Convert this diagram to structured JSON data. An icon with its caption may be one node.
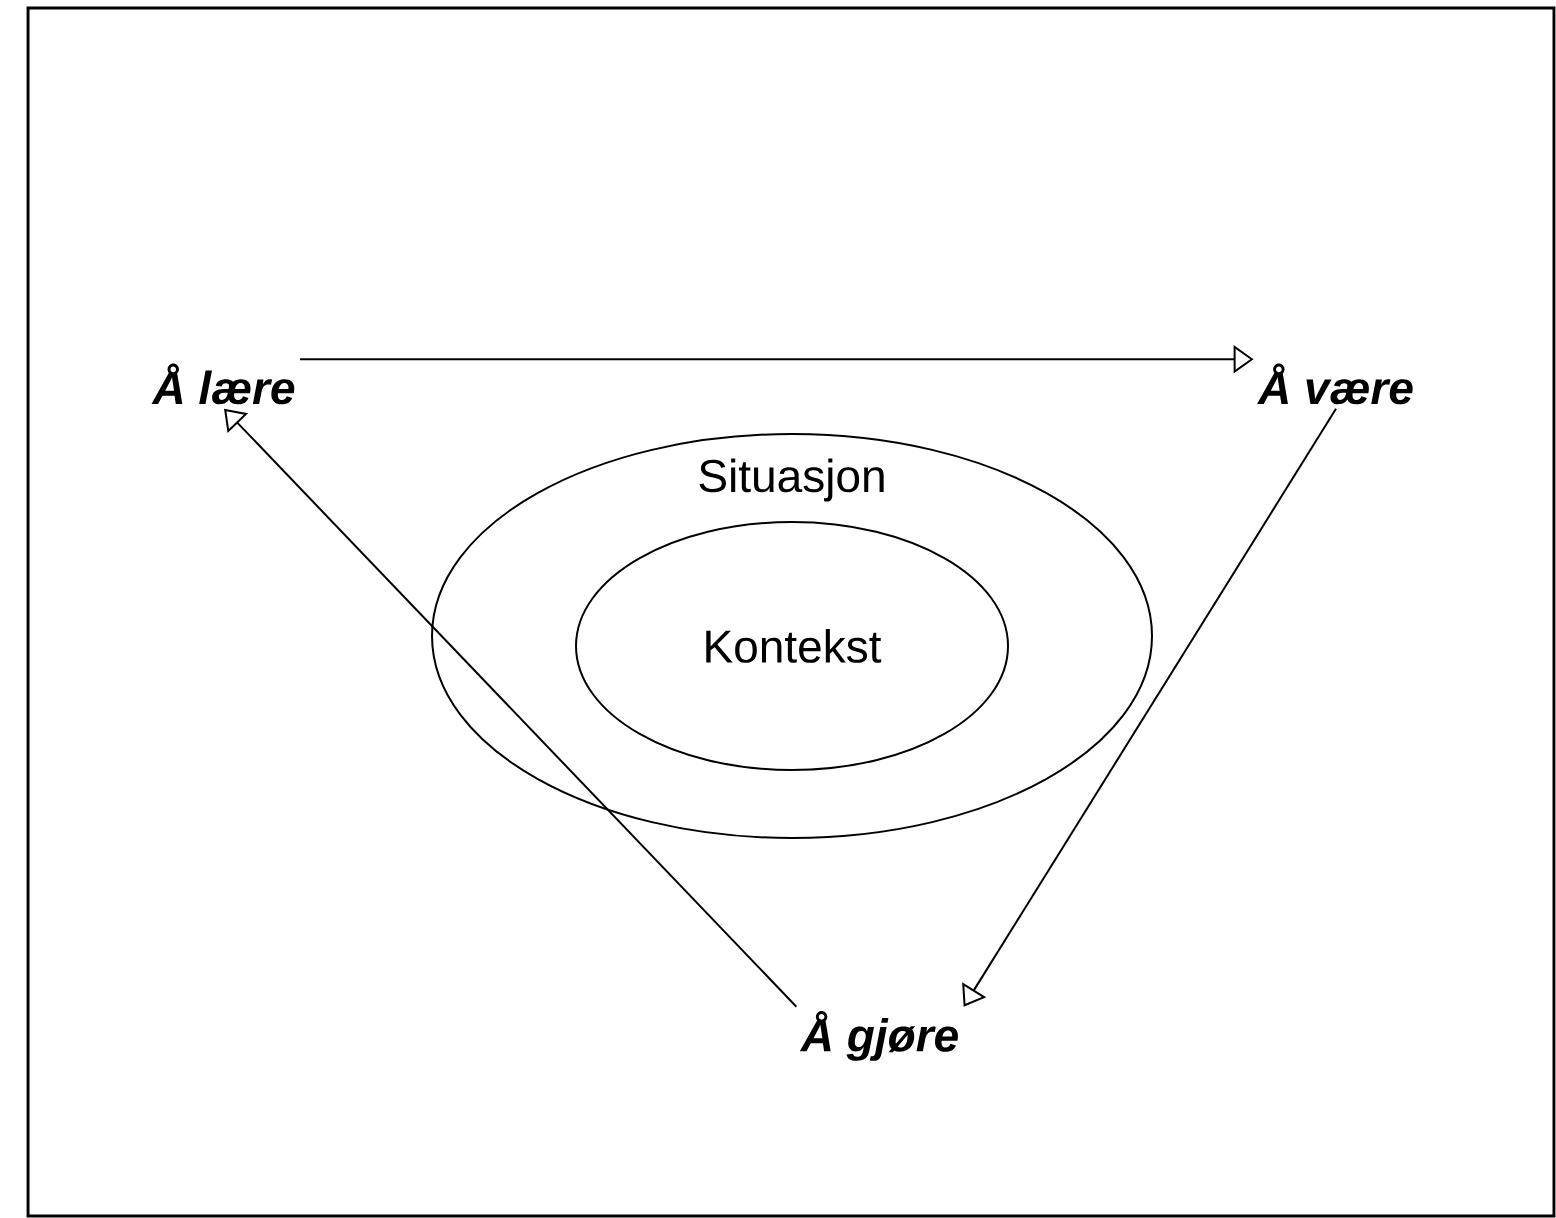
{
  "diagram": {
    "nodes": [
      {
        "text": [
          "Å lære"
        ]
      },
      {
        "text": [
          "Å være"
        ]
      },
      {
        "text": [
          "Å gjøre"
        ]
      },
      {
        "text": [
          "Situasjon"
        ]
      },
      {
        "text": [
          "Kontekst"
        ],
        "in": 3
      }
    ],
    "edges": [
      {
        "from": 0,
        "to": 1,
        "arrow": "to"
      },
      {
        "from": 1,
        "to": 2,
        "arrow": "to"
      },
      {
        "from": 2,
        "to": 0,
        "arrow": "to"
      }
    ]
  }
}
